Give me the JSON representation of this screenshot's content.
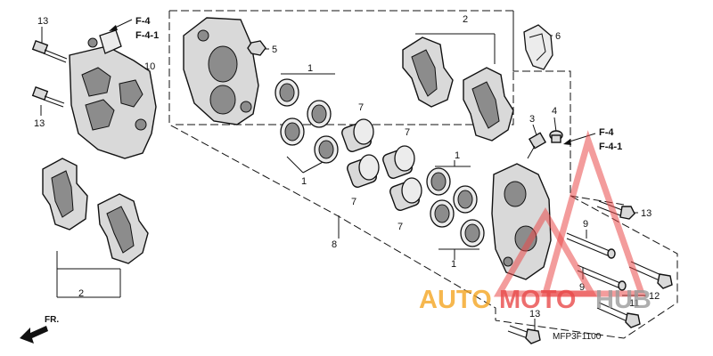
{
  "callouts": {
    "c13_top": "13",
    "c13_left": "13",
    "c10": "10",
    "c2_left": "2",
    "c5": "5",
    "c1_top": "1",
    "c1_mid": "1",
    "c7_a": "7",
    "c7_b": "7",
    "c7_c": "7",
    "c7_d": "7",
    "c8": "8",
    "c2_top": "2",
    "c6": "6",
    "c3": "3",
    "c4": "4",
    "c1_right_top": "1",
    "c1_right_bot": "1",
    "c13_right": "13",
    "c9_a": "9",
    "c9_b": "9",
    "c11": "11",
    "c12": "12",
    "c13_bottom": "13"
  },
  "references": {
    "left_line1": "F-4",
    "left_line2": "F-4-1",
    "right_line1": "F-4",
    "right_line2": "F-4-1"
  },
  "direction": {
    "label": "FR."
  },
  "diagram_code": "MFP3F1100",
  "watermark": {
    "word_a": "AUTO",
    "word_b": "MOTO",
    "word_c": "HUB",
    "color_a": "#f5a623",
    "color_b": "#e94a4a",
    "color_c": "#9a9a9a"
  }
}
